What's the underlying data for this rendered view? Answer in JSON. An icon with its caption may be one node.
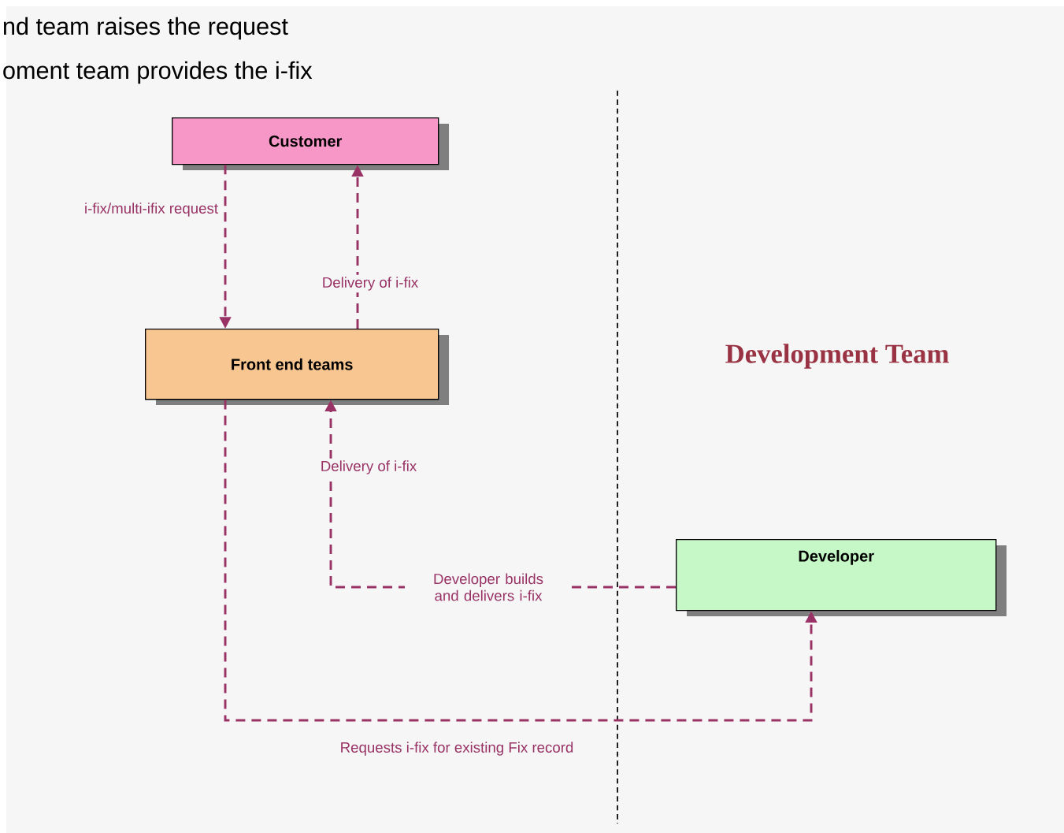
{
  "diagram": {
    "nodes": [
      {
        "text": [
          "Customer"
        ]
      },
      {
        "text": [
          "Front end teams"
        ]
      },
      {
        "text": [
          "Developer"
        ]
      }
    ],
    "edges": [
      {
        "from": 0,
        "to": 1,
        "arrow": "to",
        "label": "i-fix/multi-ifix request",
        "style": "dashed"
      },
      {
        "from": 1,
        "to": 0,
        "arrow": "to",
        "label": "Delivery of i-fix",
        "style": "dashed"
      },
      {
        "from": 2,
        "to": 1,
        "arrow": "to",
        "label": "Developer builds and delivers i-fix",
        "style": "dashed"
      },
      {
        "from": 1,
        "to": 2,
        "arrow": "to",
        "label": "Requests i-fix for existing Fix record",
        "style": "dashed"
      }
    ],
    "labels": [
      "nd team raises the request",
      "oment team provides the i-fix",
      "Delivery of i-fix",
      "Development Team"
    ]
  }
}
